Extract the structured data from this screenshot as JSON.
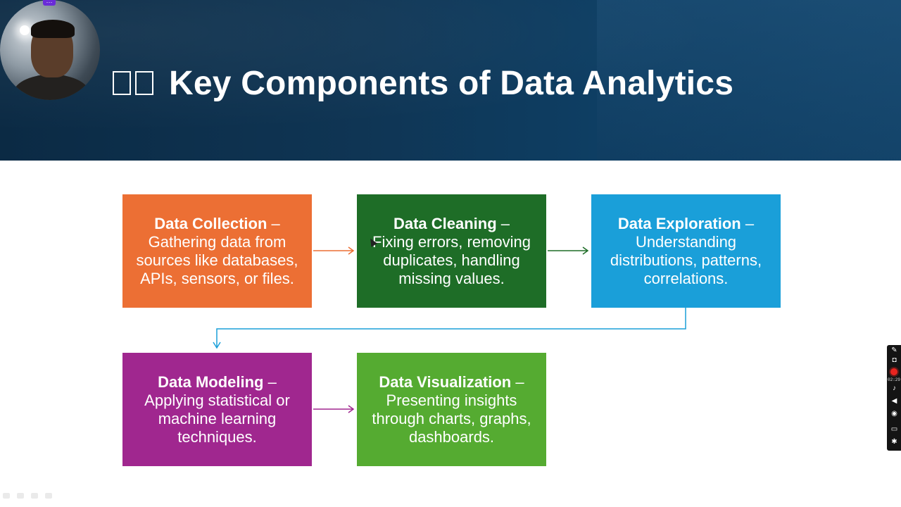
{
  "slide": {
    "title_glyphs": "□□",
    "title": "Key Components of Data Analytics"
  },
  "components": [
    {
      "heading": "Data Collection",
      "separator": " –",
      "description": "Gathering data from sources like databases, APIs, sensors, or files.",
      "color": "#ec6f34"
    },
    {
      "heading": "Data Cleaning",
      "separator": " –",
      "description": "Fixing errors, removing duplicates, handling missing values.",
      "color": "#1e6d27"
    },
    {
      "heading": "Data Exploration",
      "separator": " –",
      "description": "Understanding distributions, patterns, correlations.",
      "color": "#1a9fd9"
    },
    {
      "heading": "Data Modeling",
      "separator": " –",
      "description": "Applying statistical or machine learning techniques.",
      "color": "#a0278f"
    },
    {
      "heading": "Data Visualization",
      "separator": " –",
      "description": "Presenting insights through charts, graphs, dashboards.",
      "color": "#55ab31"
    }
  ],
  "recorder": {
    "time": "02:29",
    "icons": [
      "pen-icon",
      "camera-icon",
      "record-icon",
      "microphone-icon",
      "speaker-icon",
      "webcam-icon",
      "screen-icon",
      "settings-icon"
    ]
  },
  "webcam": {
    "menu_label": "···"
  }
}
